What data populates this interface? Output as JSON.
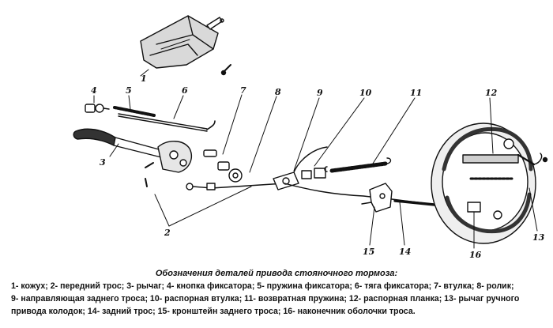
{
  "labels": {
    "n1": "1",
    "n2": "2",
    "n3": "3",
    "n4": "4",
    "n5": "5",
    "n6": "6",
    "n7": "7",
    "n8": "8",
    "n9": "9",
    "n10": "10",
    "n11": "11",
    "n12": "12",
    "n13": "13",
    "n14": "14",
    "n15": "15",
    "n16": "16"
  },
  "caption": {
    "title": "Обозначения деталей привода стояночного тормоза:",
    "line1": "1- кожух; 2- передний трос; 3- рычаг; 4- кнопка фиксатора; 5- пружина фиксатора; 6- тяга фиксатора; 7- втулка; 8- ролик;",
    "line2": "9- направляющая заднего троса; 10- распорная втулка; 11- возвратная пружина; 12- распорная планка; 13- рычаг ручного",
    "line3": "привода колодок; 14- задний трос; 15- кронштейн заднего троса; 16- наконечник оболочки троса."
  }
}
